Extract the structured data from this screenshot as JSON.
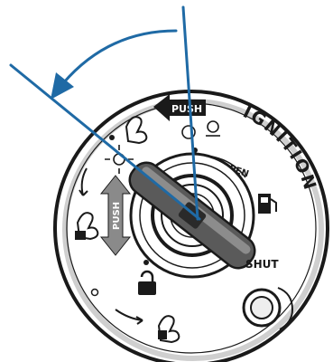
{
  "diagram": {
    "labels": {
      "ignition": "IGNITION",
      "push_top": "PUSH",
      "push_side": "PUSH",
      "open": "OPEN",
      "shut": "SHUT"
    },
    "colors": {
      "arrow": "#1f6aa5",
      "ink": "#1a1a1a",
      "body": "#ffffff",
      "handle": "#5a5a5a"
    },
    "icons": [
      "hand-key-icon",
      "immobilizer-icon",
      "fuel-pump-icon",
      "lock-icon",
      "light-icon",
      "arrow-icon"
    ]
  }
}
